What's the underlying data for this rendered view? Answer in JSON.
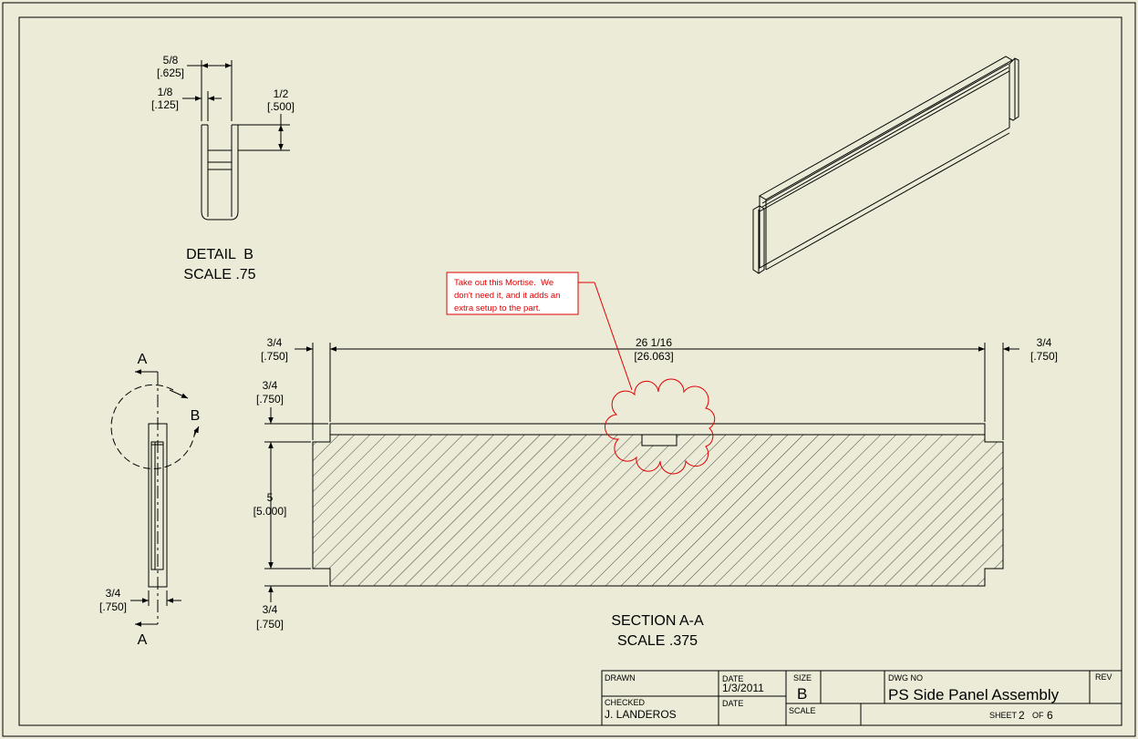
{
  "detail_b": {
    "title": "DETAIL  B",
    "scale": "SCALE .75",
    "dims": {
      "width_frac": "5/8",
      "width_dec": "[.625]",
      "slot_frac": "1/8",
      "slot_dec": "[.125]",
      "depth_frac": "1/2",
      "depth_dec": "[.500]"
    }
  },
  "side_view": {
    "cut_label_top": "A",
    "cut_label_bottom": "A",
    "detail_label": "B",
    "thickness_frac": "3/4",
    "thickness_dec": "[.750]"
  },
  "section_a": {
    "title": "SECTION A-A",
    "scale": "SCALE .375",
    "dims": {
      "length_frac": "26 1/16",
      "length_dec": "[26.063]",
      "left_tenon_frac": "3/4",
      "left_tenon_dec": "[.750]",
      "right_tenon_frac": "3/4",
      "right_tenon_dec": "[.750]",
      "top_tenon_frac": "3/4",
      "top_tenon_dec": "[.750]",
      "height_frac": "5",
      "height_dec": "[5.000]",
      "bottom_tenon_frac": "3/4",
      "bottom_tenon_dec": "[.750]"
    }
  },
  "markup": {
    "line1": "Take out this Mortise.  We",
    "line2": "don't need it, and it adds an",
    "line3": "extra setup to the part.",
    "color": "#e00000"
  },
  "title_block": {
    "drawn_label": "DRAWN",
    "date_label": "DATE",
    "date_value": "1/3/2011",
    "size_label": "SIZE",
    "size_value": "B",
    "dwg_no_label": "DWG NO",
    "dwg_title": "PS Side Panel Assembly",
    "rev_label": "REV",
    "checked_label": "CHECKED",
    "checked_value": "J. LANDEROS",
    "date2_label": "DATE",
    "scale_label": "SCALE",
    "sheet_label": "SHEET",
    "sheet_num": "2",
    "of_label": "OF",
    "sheet_total": "6"
  },
  "colors": {
    "paper": "#ebebd7",
    "line": "#000000",
    "markup": "#e00000"
  }
}
